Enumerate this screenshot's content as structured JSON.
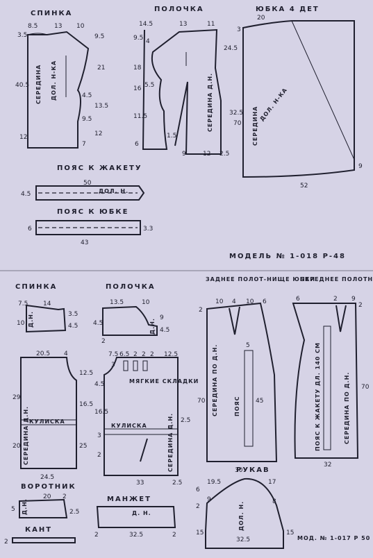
{
  "top": {
    "spinka": {
      "title": "СПИНКА",
      "d": [
        "8.5",
        "13",
        "10",
        "3.5",
        "9.5",
        "40.5",
        "21",
        "13.5",
        "4.5",
        "9.5",
        "12",
        "7",
        "12"
      ],
      "mid": "СЕРЕДИНА",
      "grain": "ДОЛ. Н-КА"
    },
    "polochka": {
      "title": "ПОЛОЧКА",
      "d": [
        "14.5",
        "13",
        "11",
        "9.5",
        "4",
        "18",
        "16",
        "5.5",
        "11.5",
        "6",
        "1.5",
        "9",
        "12",
        "2.5",
        "24.5",
        "32.5"
      ],
      "mid": "СЕРЕДИНА Д.Н."
    },
    "yubka": {
      "title": "ЮБКА  4 ДЕТ",
      "d": [
        "20",
        "3",
        "70",
        "9",
        "52"
      ],
      "mid": "СЕРЕДИНА",
      "grain": "ДОЛ. Н-КА"
    },
    "poyas_jacket": {
      "title": "ПОЯС  К  ЖАКЕТУ",
      "d": [
        "50",
        "4.5"
      ],
      "grain": "ДОЛ. Н."
    },
    "poyas_skirt": {
      "title": "ПОЯС  К  ЮБКЕ",
      "d": [
        "6",
        "3.3",
        "43"
      ]
    },
    "model": "МОДЕЛЬ  № 1-018  Р-48"
  },
  "bottom": {
    "spinka": {
      "title": "СПИНКА",
      "d": [
        "7.5",
        "14",
        "3.5",
        "10",
        "4.5"
      ],
      "grain": "Д.Н."
    },
    "polochka": {
      "title": "ПОЛОЧКА",
      "d": [
        "13.5",
        "10",
        "4.5",
        "2",
        "4.5",
        "9"
      ],
      "grain": "Д.Н."
    },
    "back_lower": {
      "d": [
        "20.5",
        "4",
        "12.5",
        "29",
        "16.5",
        "20",
        "25",
        "24.5"
      ],
      "mid": "СЕРЕДИНА Д.Н.",
      "kulis": "КУЛИСКА"
    },
    "front_lower": {
      "d": [
        "7.5",
        "6.5",
        "2",
        "2",
        "2",
        "12.5",
        "3",
        "4.5",
        "16.5",
        "3",
        "2",
        "2.5",
        "33",
        "2.5"
      ],
      "folds": "МЯГКИЕ СКЛАДКИ",
      "mid": "СЕРЕДИНА Д.Н.",
      "kulis": "КУЛИСКА"
    },
    "skirt_back": {
      "title": "ЗАДНЕЕ ПОЛОТ-НИЩЕ ЮБКИ",
      "d": [
        "10",
        "4",
        "10",
        "6",
        "2",
        "5",
        "70",
        "45",
        "30"
      ],
      "mid": "СЕРЕДИНА ПО Д.Н.",
      "belt": "ПОЯС"
    },
    "skirt_front": {
      "title": "ПЕРЕДНЕЕ ПОЛОТНИЩЕ ЮБКИ",
      "d": [
        "6",
        "2",
        "9",
        "2",
        "70",
        "32"
      ],
      "mid": "СЕРЕДИНА ПО Д.Н.",
      "belt": "ПОЯС К ЖАКЕТУ ДЛ. 140 СМ"
    },
    "vorotnik": {
      "title": "ВОРОТНИК",
      "d": [
        "20",
        "2",
        "5",
        "2.5"
      ],
      "grain": "Д.Н."
    },
    "manzhet": {
      "title": "МАНЖЕТ",
      "d": [
        "32.5",
        "2",
        "2"
      ],
      "grain": "Д. Н."
    },
    "rukav": {
      "title": "РУКАВ",
      "d": [
        "19.5",
        "17",
        "9",
        "8",
        "6",
        "2",
        "15",
        "15",
        "32.5"
      ],
      "grain": "ДОЛ. Н."
    },
    "kant": {
      "title": "КАНТ",
      "d": [
        "2"
      ]
    },
    "model": "МОД. № 1-017  Р 50"
  }
}
